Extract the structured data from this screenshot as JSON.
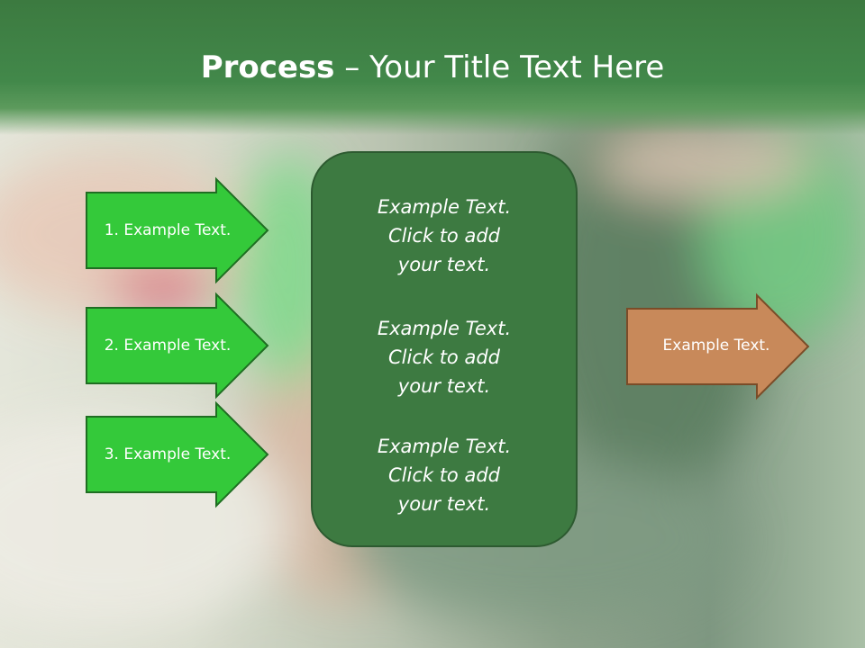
{
  "title": {
    "bold_part": "Process",
    "rest_part": " – Your Title Text Here"
  },
  "left_arrows": [
    {
      "label": "1. Example Text."
    },
    {
      "label": "2. Example Text."
    },
    {
      "label": "3. Example Text."
    }
  ],
  "center_box": {
    "paragraphs": [
      {
        "line1": "Example Text.",
        "line2": "Click  to add",
        "line3": "your text."
      },
      {
        "line1": "Example Text.",
        "line2": "Click  to add",
        "line3": "your text."
      },
      {
        "line1": "Example Text.",
        "line2": "Click  to add",
        "line3": "your text."
      }
    ]
  },
  "right_arrow": {
    "label": "Example Text."
  },
  "colors": {
    "title_band": "#42884a",
    "left_arrow_fill": "#34c93a",
    "center_box_fill": "#3d7a41",
    "right_arrow_fill": "#c8895a"
  }
}
